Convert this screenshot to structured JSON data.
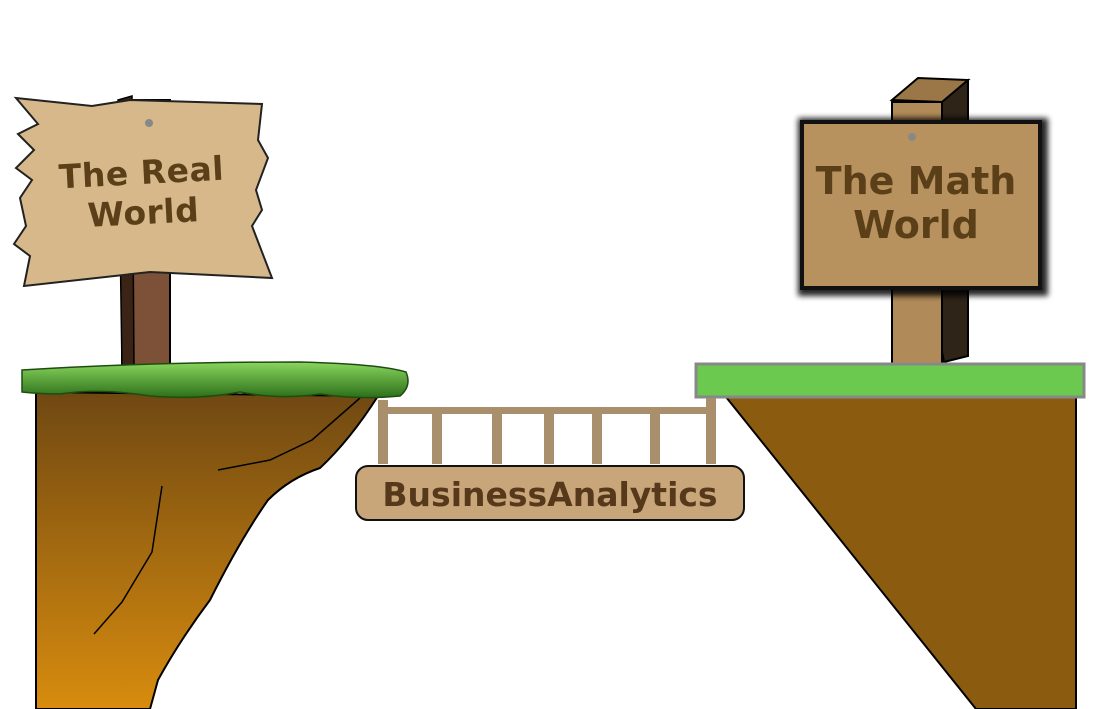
{
  "left_sign": {
    "line1": "The Real",
    "line2": "World"
  },
  "right_sign": {
    "line1": "The Math",
    "line2": "World"
  },
  "bridge": {
    "label": "BusinessAnalytics"
  },
  "colors": {
    "left_cliff_top": "#7a4f14",
    "left_cliff_bottom": "#d48a10",
    "right_cliff": "#8b5c10",
    "left_grass_light": "#7fd05a",
    "left_grass_dark": "#2f7a1e",
    "right_grass": "#6cc950",
    "sign_board": "#d6b88a",
    "math_board": "#b8925e",
    "post_brown": "#7d5038",
    "bridge_rail": "#a98f6c",
    "bridge_plank": "#c9a57a",
    "text_brown": "#5a3f18"
  }
}
